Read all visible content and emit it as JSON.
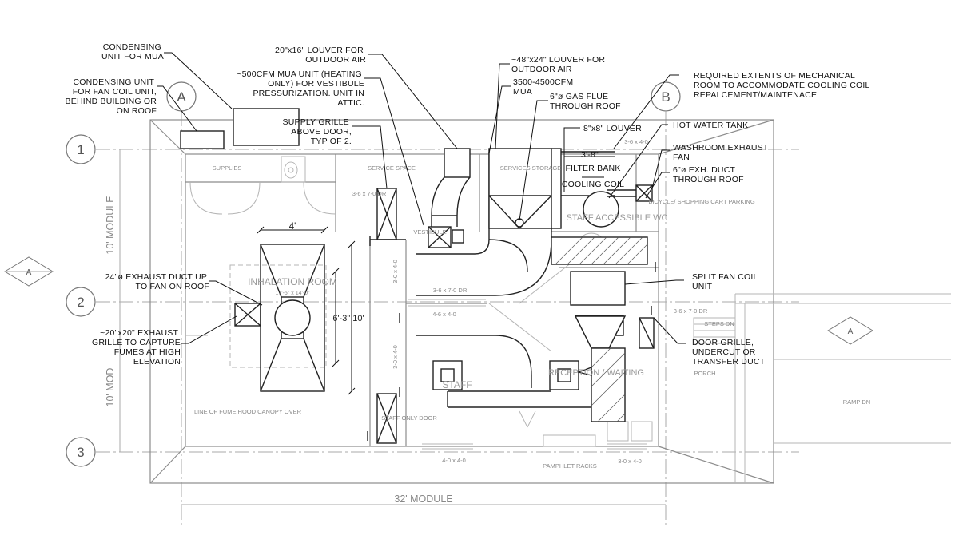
{
  "grid_bubbles": {
    "g1": "1",
    "g2": "2",
    "g3": "3",
    "gA": "A",
    "gB": "B"
  },
  "section_markers": {
    "left": "A",
    "right": "A"
  },
  "modules": {
    "left_top": "10' MODULE",
    "left_bottom": "10' MOD",
    "bottom": "32' MODULE"
  },
  "dimensions": {
    "hood_width": "4'",
    "hood_height": "6'-3\" 10'",
    "filter_width": "3'-8\""
  },
  "rooms": {
    "inhalation": "INHALATION ROOM",
    "staff_wc": "STAFF ACCESSIBLE WC",
    "reception": "RECEPTION / WAITING",
    "staff": "STAFF"
  },
  "grey_labels": {
    "supplies": "SUPPLIES",
    "service_space": "SERVICE SPACE",
    "services_storage": "SERVICES STORAGE",
    "vestibule": "VESTIBULE",
    "bicycle": "BICYCLE/ SHOPPING CART PARKING",
    "steps_dn": "STEPS DN",
    "porch": "PORCH",
    "ramp_dn": "RAMP DN",
    "fume_hood": "LINE OF FUME HOOD CANOPY OVER",
    "staff_only": "STAFF ONLY DOOR",
    "pamphlet": "PAMPHLET RACKS",
    "door_368_a": "3-6 x 7-0 DR",
    "door_368_b": "3-6 x 7-0 DR",
    "door_368_c": "3-6 x 7-0 DR",
    "door_364": "3-6 x 4-0",
    "win_464": "4-6 x 4-0",
    "win_404": "4-0 x 4-0",
    "win_304": "3-0 x 4-0",
    "win_vert_a": "3-0 x 4-0",
    "win_vert_b": "3-0 x 4-0",
    "small_room_dim": "17'-5\" x 14'-0\""
  },
  "notes": {
    "cond_mua": "CONDENSING UNIT FOR MUA",
    "cond_fan": "CONDENSING UNIT FOR FAN COIL UNIT, BEHIND BUILDING OR ON ROOF",
    "louver_20": "20\"x16\" LOUVER FOR OUTDOOR AIR",
    "mua_500": "~500CFM MUA UNIT (HEATING ONLY) FOR VESTIBULE PRESSURIZATION. UNIT IN ATTIC.",
    "supply_grille": "SUPPLY GRILLE ABOVE DOOR, TYP OF 2.",
    "louver_48": "~48\"x24\" LOUVER FOR OUTDOOR AIR",
    "mua_3500": "3500-4500CFM MUA",
    "gas_flue": "6\"ø GAS FLUE THROUGH ROOF",
    "louver_8": "8\"x8\" LOUVER",
    "filter_bank": "FILTER BANK",
    "cooling_coil": "COOLING COIL",
    "required_extents": "REQUIRED EXTENTS OF MECHANICAL ROOM TO ACCOMMODATE COOLING COIL REPALCEMENT/MAINTENACE",
    "hot_water": "HOT WATER TANK",
    "washroom_fan": "WASHROOM EXHAUST FAN",
    "exh_duct_6": "6\"ø EXH. DUCT THROUGH ROOF",
    "exhaust_24": "24\"ø EXHAUST DUCT UP TO FAN ON ROOF",
    "exhaust_grille": "~20\"x20\" EXHAUST GRILLE TO CAPTURE FUMES AT HIGH ELEVATION",
    "split_fan": "SPLIT FAN COIL UNIT",
    "door_grille": "DOOR GRILLE, UNDERCUT OR TRANSFER DUCT"
  }
}
